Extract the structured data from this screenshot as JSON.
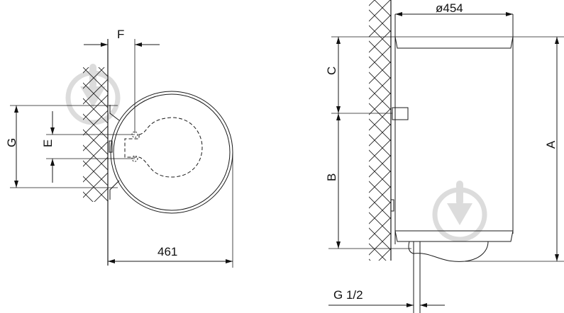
{
  "colors": {
    "line": "#1a1a1a",
    "dim": "#333333",
    "watermark": "#d9d9d9",
    "background": "#ffffff"
  },
  "top_view": {
    "labels": {
      "F": "F",
      "G": "G",
      "E": "E",
      "width": "461"
    }
  },
  "side_view": {
    "labels": {
      "diameter": "ø454",
      "A": "A",
      "B": "B",
      "C": "C",
      "pipe": "G 1/2"
    }
  },
  "watermarks": [
    "download-watermark-icon",
    "download-watermark-icon"
  ]
}
